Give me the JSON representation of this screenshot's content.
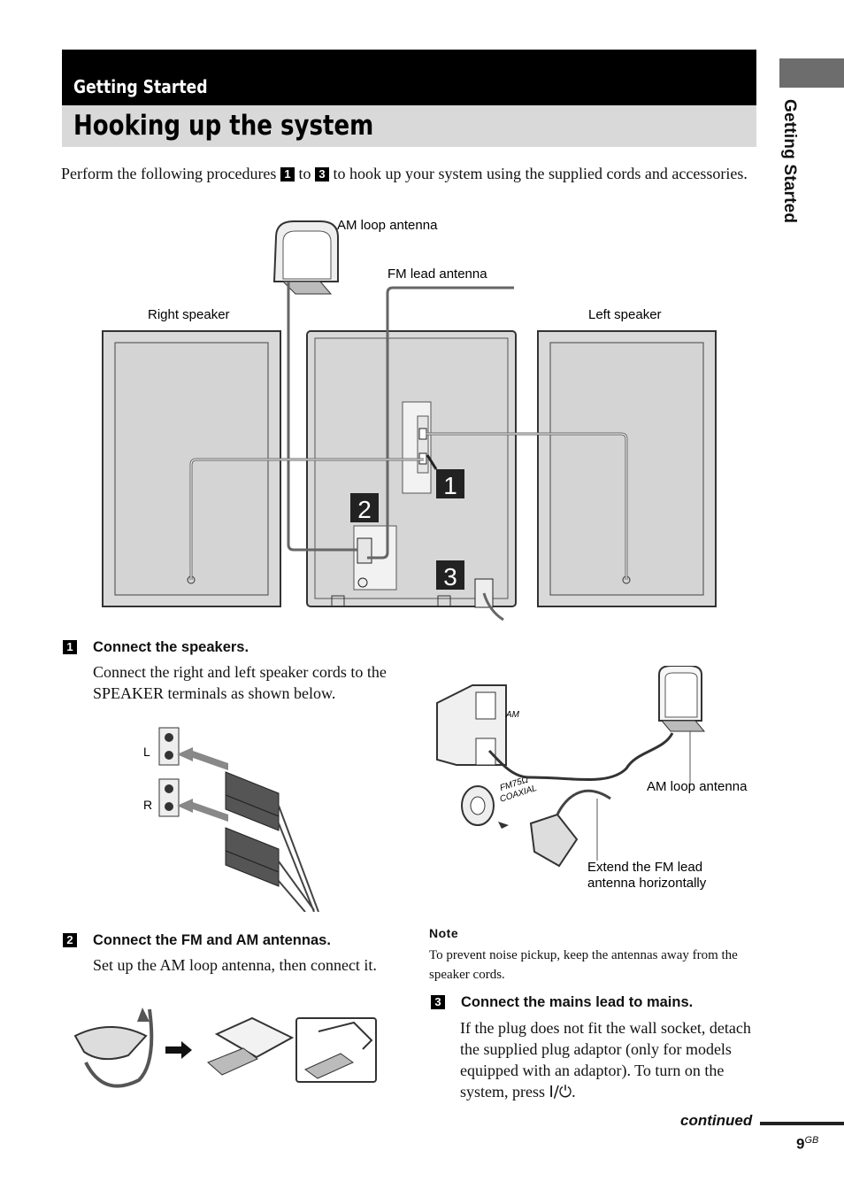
{
  "header": {
    "section": "Getting Started",
    "title": "Hooking up the system",
    "side_tab": "Getting Started"
  },
  "intro": {
    "before": "Perform the following procedures",
    "step_a": "1",
    "middle": "to",
    "step_b": "3",
    "after": "to hook up your system using the supplied cords and accessories."
  },
  "main_diagram": {
    "labels": {
      "am_loop": "AM loop antenna",
      "fm_lead": "FM lead antenna",
      "right_speaker": "Right speaker",
      "left_speaker": "Left speaker"
    },
    "callouts": [
      "1",
      "2",
      "3"
    ]
  },
  "step1": {
    "num": "1",
    "heading": "Connect the speakers.",
    "text": "Connect the right and left speaker cords to the SPEAKER terminals as shown below.",
    "diagram_labels": {
      "left": "L",
      "right": "R"
    }
  },
  "antenna_diagram": {
    "terminal_am": "AM",
    "terminal_fm_1": "FM75Ω",
    "terminal_fm_2": "COAXIAL",
    "am_label": "AM loop antenna",
    "fm_label_1": "Extend the FM lead",
    "fm_label_2": "antenna horizontally"
  },
  "step2": {
    "num": "2",
    "heading": "Connect the FM and AM antennas.",
    "text": "Set up the AM loop antenna, then connect it."
  },
  "note": {
    "heading": "Note",
    "text": "To prevent noise pickup, keep the antennas away from the speaker cords."
  },
  "step3": {
    "num": "3",
    "heading": "Connect the mains lead to mains.",
    "text": "If the plug does not fit the wall socket, detach the supplied plug adaptor (only for models equipped with an adaptor). To turn on the system, press",
    "symbol": "I/⏻",
    "end": "."
  },
  "footer": {
    "continued": "continued",
    "page": "9",
    "page_suffix": "GB"
  }
}
